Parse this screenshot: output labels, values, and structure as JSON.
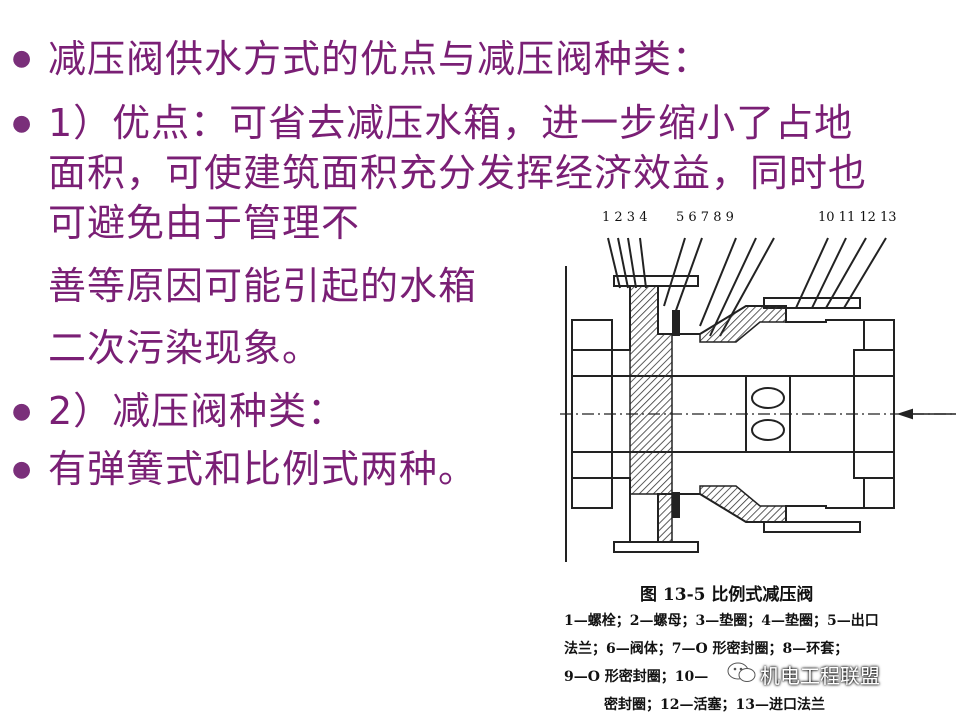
{
  "slide": {
    "title": "减压阀供水方式的优点与减压阀种类：",
    "advantages": {
      "line1": "1）优点：可省去减压水箱，进一步缩小了占地",
      "line2": "面积，可使建筑面积充分发挥经济效益，同时也",
      "line3": "可避免由于管理不",
      "line4": "善等原因可能引起的水箱",
      "line5": "二次污染现象。"
    },
    "types_heading": "2）减压阀种类：",
    "types_text": "有弹簧式和比例式两种。"
  },
  "figure": {
    "part_numbers_left": "1 2 3 4",
    "part_numbers_mid": "5  6   7  8  9",
    "part_numbers_right": "10 11 12 13",
    "caption_title": "图 13-5    比例式减压阀",
    "legend_line1": "1—螺栓；2—螺母；3—垫圈；4—垫圈；5—出口",
    "legend_line2": "法兰；6—阀体；7—O 形密封圈；8—环套；",
    "legend_line3": "9—O 形密封圈；10—",
    "legend_line4": "密封圈；12—活塞；13—进口法兰"
  },
  "watermark": {
    "text": "机电工程联盟",
    "icon": "wechat-icon"
  },
  "colors": {
    "text": "#7a1f75",
    "hatch": "#333333"
  }
}
